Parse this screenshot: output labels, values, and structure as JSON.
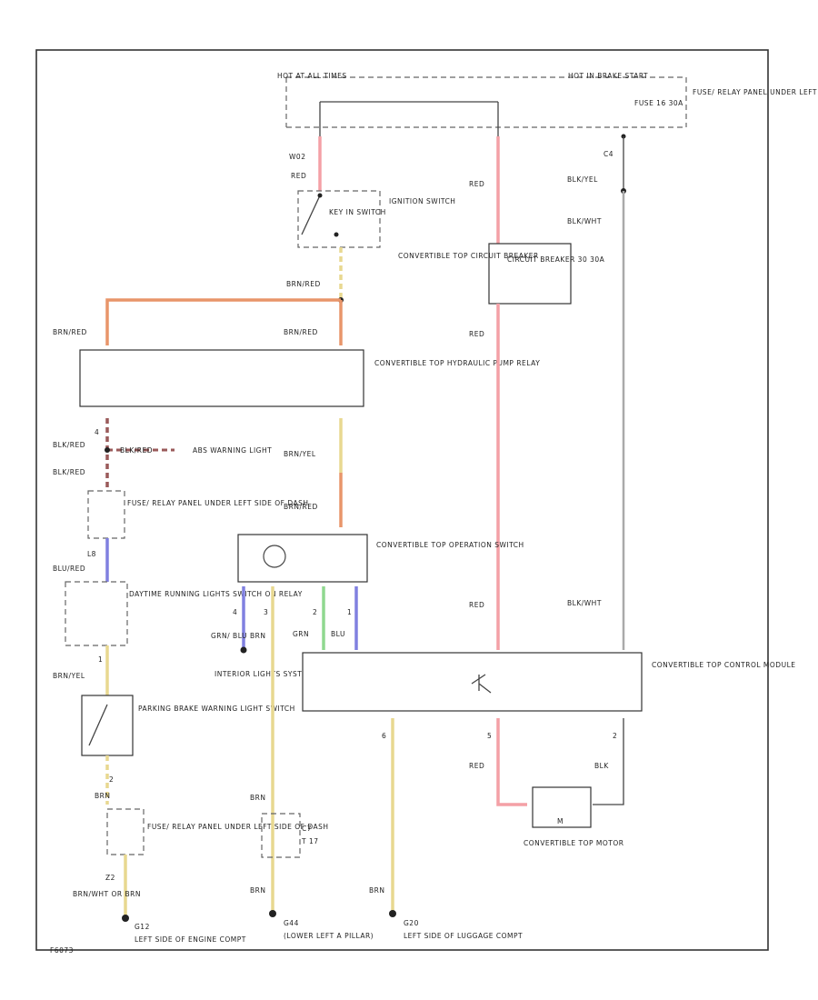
{
  "colors": {
    "red": "#f4a0a6",
    "orange": "#e8956a",
    "yellow": "#e8d890",
    "dark_red": "#9a5a5a",
    "blue": "#8080e0",
    "green": "#90d890",
    "gray_wire": "#999999",
    "frame": "#333333"
  },
  "labels": {
    "hot_at_all_times": "HOT AT ALL TIMES",
    "hot_in_brake": "HOT IN BRAKE START",
    "fuse_top": "FUSE 16 30A",
    "fuse_relay_top": "FUSE/ RELAY PANEL UNDER LEFT SIDE OF DASH",
    "w02": "W02",
    "red_top": "RED",
    "ignition_switch": "IGNITION SWITCH",
    "key_switch": "KEY IN SWITCH",
    "c4": "C4",
    "blk_yel": "BLK/YEL",
    "blk_wht_top": "BLK/WHT",
    "conv_cb": "CONVERTIBLE TOP CIRCUIT BREAKER",
    "circuit_breaker": "CIRCUIT BREAKER 30 30A",
    "red_mid": "RED",
    "brn_red_1": "BRN/RED",
    "brn_red_2": "BRN/RED",
    "brn_red_3": "BRN/RED",
    "relay_title": "CONVERTIBLE TOP HYDRAULIC PUMP RELAY",
    "red_cb": "RED",
    "pin4": "4",
    "blk_red_1": "BLK/RED",
    "blk_red_2": "BLK/RED",
    "abs_warning": "ABS WARNING LIGHT",
    "blk_red_branch": "BLK/RED",
    "brn_yel_1": "BRN/YEL",
    "brn_red_4": "BRN/RED",
    "fuse_relay_2": "FUSE/ RELAY PANEL UNDER LEFT SIDE OF DASH",
    "op_switch": "CONVERTIBLE TOP OPERATION SWITCH",
    "l8": "L8",
    "blu_red": "BLU/RED",
    "drl_relay": "DAYTIME RUNNING LIGHTS SWITCH ON RELAY",
    "pin1_left": "1",
    "brn_yel_2": "BRN/YEL",
    "pb_switch": "PARKING BRAKE WARNING LIGHT SWITCH",
    "pin2": "2",
    "brn_1": "BRN",
    "fuse_relay_3": "FUSE/ RELAY PANEL UNDER LEFT SIDE OF DASH",
    "z2": "Z2",
    "brn_wht": "BRN/WHT OR BRN",
    "g12": "G12",
    "g12_desc": "LEFT SIDE OF ENGINE COMPT",
    "pin4b": "4",
    "pin3": "3",
    "grn": "GRN",
    "blu": "BLU",
    "grn_blu_a": "GRN/ BLU",
    "brn_2": "BRN",
    "pin2b": "2",
    "pin1b": "1",
    "interior_lights": "INTERIOR LIGHTS SYSTEM",
    "red_lower": "RED",
    "blk_wht_lower": "BLK/WHT",
    "control_module": "CONVERTIBLE TOP CONTROL MODULE",
    "pin5": "5",
    "pin2c": "2",
    "red_bottom": "RED",
    "blk": "BLK",
    "pin6": "6",
    "c7": "C7",
    "c7_desc": "T 17",
    "brn_3": "BRN",
    "brn_4": "BRN",
    "brn_5": "BRN",
    "motor_label": "CONVERTIBLE TOP MOTOR",
    "motor_m": "M",
    "g44": "G44",
    "g44_desc": "(LOWER LEFT A PILLAR)",
    "g20": "G20",
    "g20_desc": "LEFT SIDE OF LUGGAGE COMPT",
    "code": "F6073"
  }
}
